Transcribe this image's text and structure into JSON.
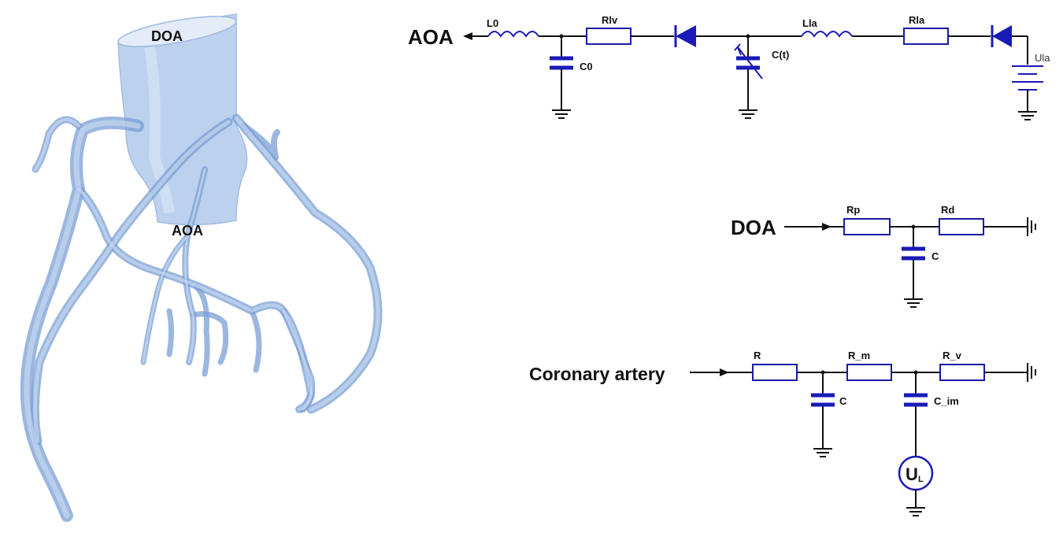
{
  "model_labels": {
    "doa": "DOA",
    "aoa": "AOA"
  },
  "circuit_top": {
    "terminal": "AOA",
    "l0": "L0",
    "rlv": "Rlv",
    "c0": "C0",
    "ct": "C(t)",
    "lla": "Lla",
    "rla": "Rla",
    "ula": "Ula"
  },
  "circuit_mid": {
    "terminal": "DOA",
    "rp": "Rp",
    "rd": "Rd",
    "c": "C"
  },
  "circuit_bottom": {
    "terminal": "Coronary artery",
    "r": "R",
    "r_m": "R_m",
    "r_v": "R_v",
    "c": "C",
    "c_im": "C_im",
    "source_main": "U",
    "source_sub": "L"
  },
  "colors": {
    "component_blue": "#1a1ab8",
    "vessel_blue": "#a9c3e8",
    "wire": "#111111"
  }
}
